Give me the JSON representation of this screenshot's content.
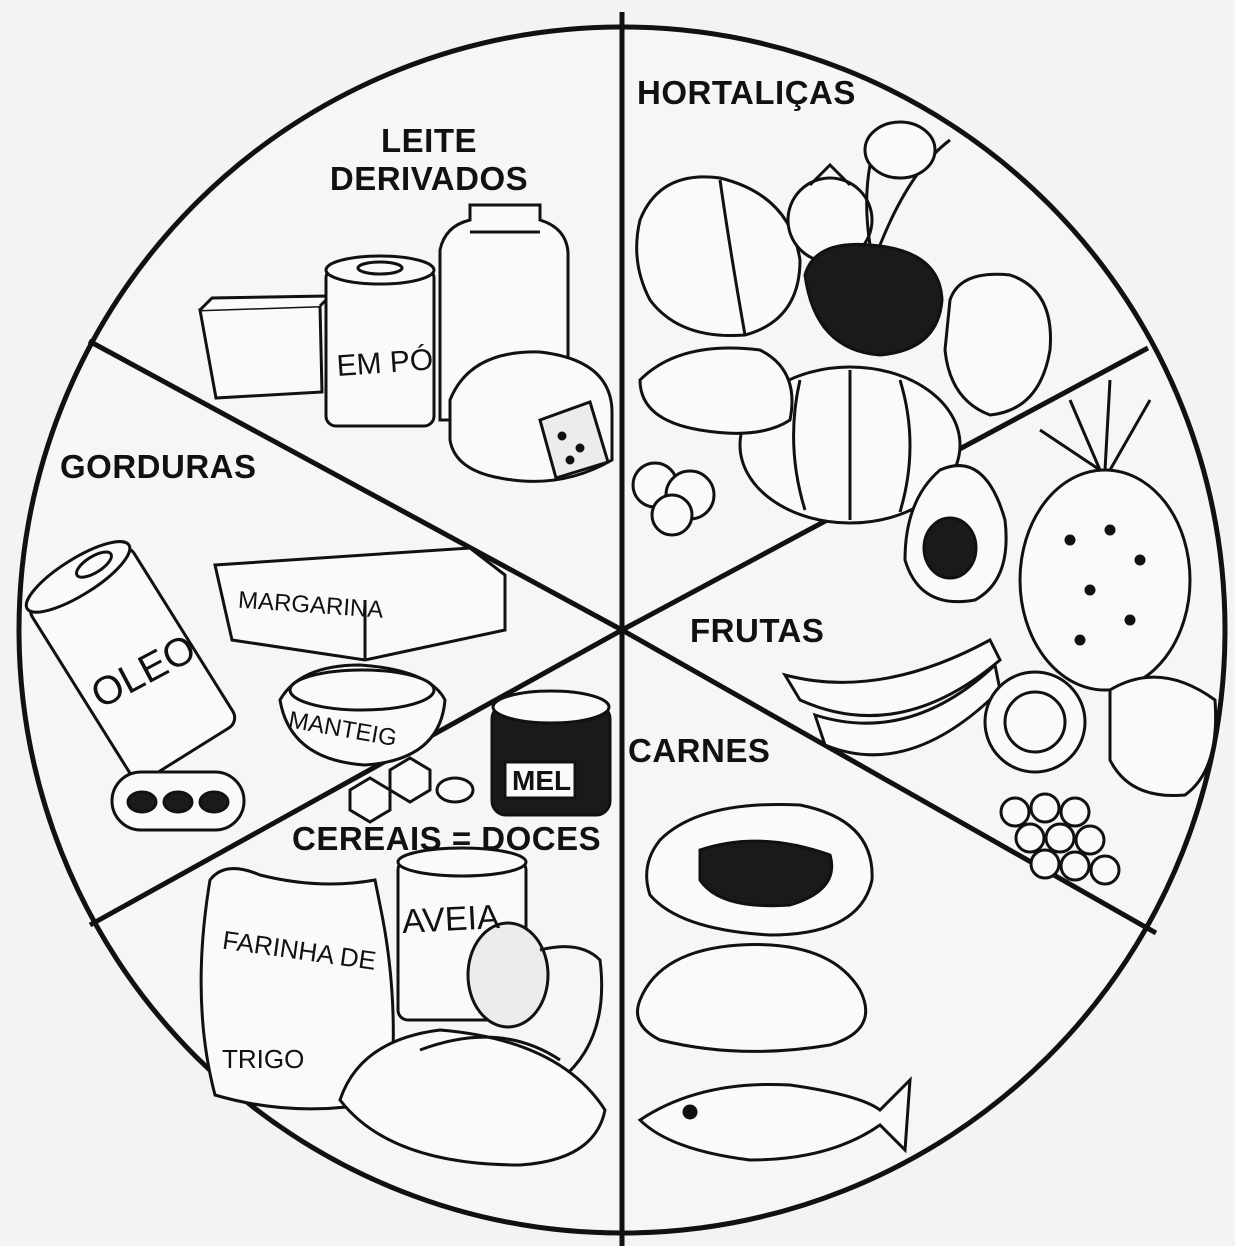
{
  "sections": {
    "leite": {
      "line1": "LEITE",
      "line2": "DERIVADOS"
    },
    "hortalicas": {
      "label": "HORTALIÇAS"
    },
    "gorduras": {
      "label": "GORDURAS"
    },
    "frutas": {
      "label": "FRUTAS"
    },
    "carnes": {
      "label": "CARNES"
    },
    "cereais": {
      "label": "CEREAIS = DOCES"
    }
  },
  "packages": {
    "po": "EM PÓ",
    "oleo": "OLEO",
    "margarina": "MARGARINA",
    "manteiga": "MANTEIG",
    "mel": "MEL",
    "farinha": "FARINHA DE",
    "trigo": "TRIGO",
    "aveia": "AVEIA"
  },
  "colors": {
    "ink": "#111111",
    "paper": "#f3f3f1",
    "fill_dark": "#1a1a1a"
  }
}
